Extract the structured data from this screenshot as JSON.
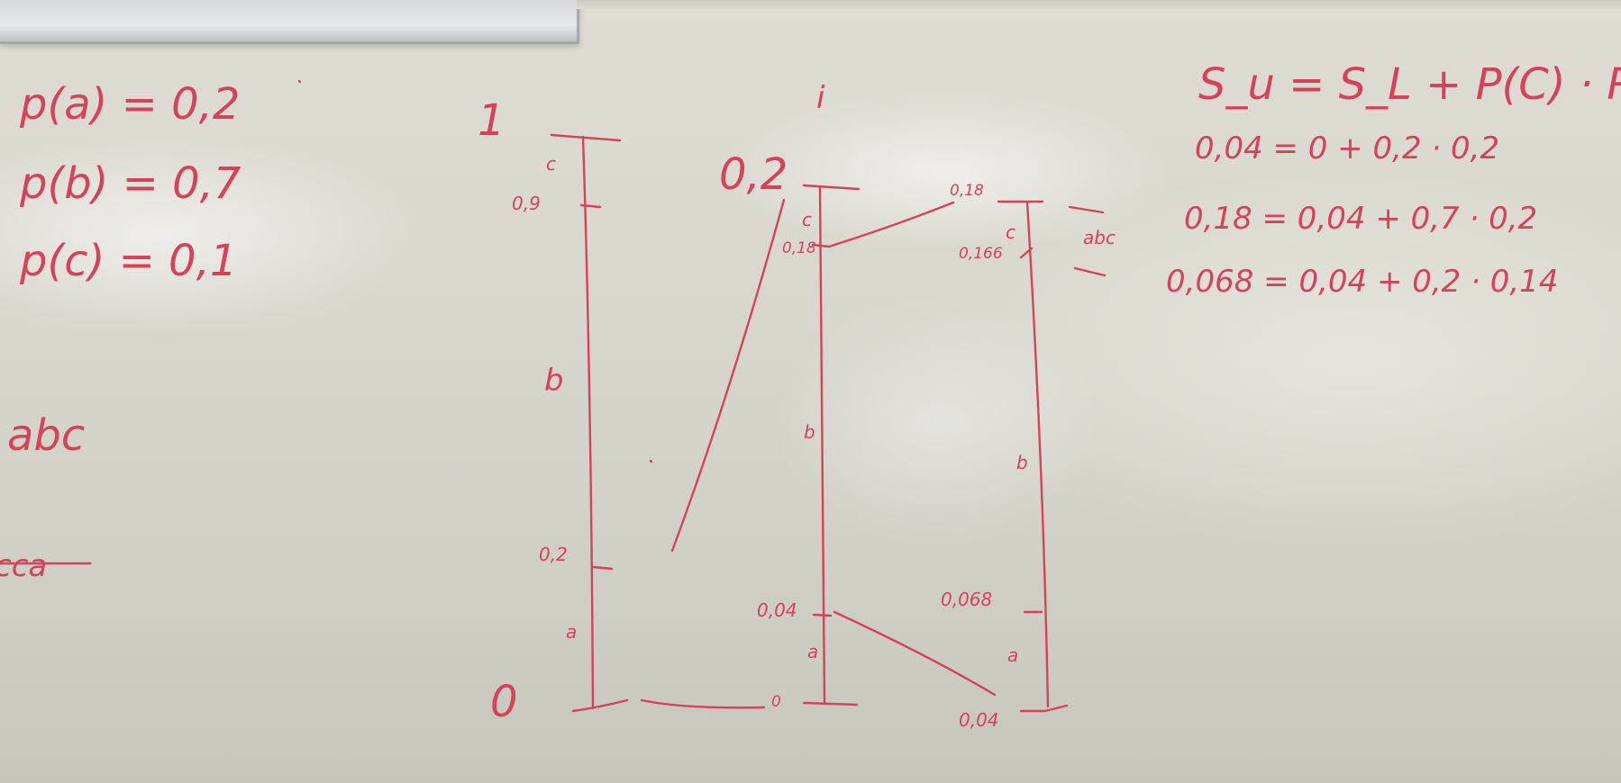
{
  "whiteboard": {
    "probabilities": [
      "p(a) = 0,2",
      "p(b) = 0,7",
      "p(c) = 0,1"
    ],
    "sequence": "abc",
    "crossed_out": "cca",
    "interval1": {
      "top": "1",
      "bottom": "0",
      "upper_tick": "0,9",
      "lower_tick": "0,2",
      "seg_c": "c",
      "seg_b": "b",
      "seg_a": "a"
    },
    "interval2": {
      "top": "0,2",
      "bottom": "0",
      "upper_tick": "0,18",
      "lower_tick": "0,04",
      "seg_c": "c",
      "seg_b": "b",
      "seg_a": "a",
      "top_mark": "i"
    },
    "interval3": {
      "top": "0,18",
      "bottom": "0,04",
      "upper_tick": "0,166",
      "lower_tick": "0,068",
      "seg_c": "c",
      "seg_b": "b",
      "seg_a": "a",
      "result": "abc"
    },
    "formulas": [
      "S_u = S_L + P(C) · R",
      "0,04 = 0 + 0,2 · 0,2",
      "0,18 = 0,04 + 0,7 · 0,2",
      "0,068 = 0,04 + 0,2 · 0,14"
    ],
    "ink_color": "#d6425a",
    "board_color": "#dcdbd2"
  }
}
